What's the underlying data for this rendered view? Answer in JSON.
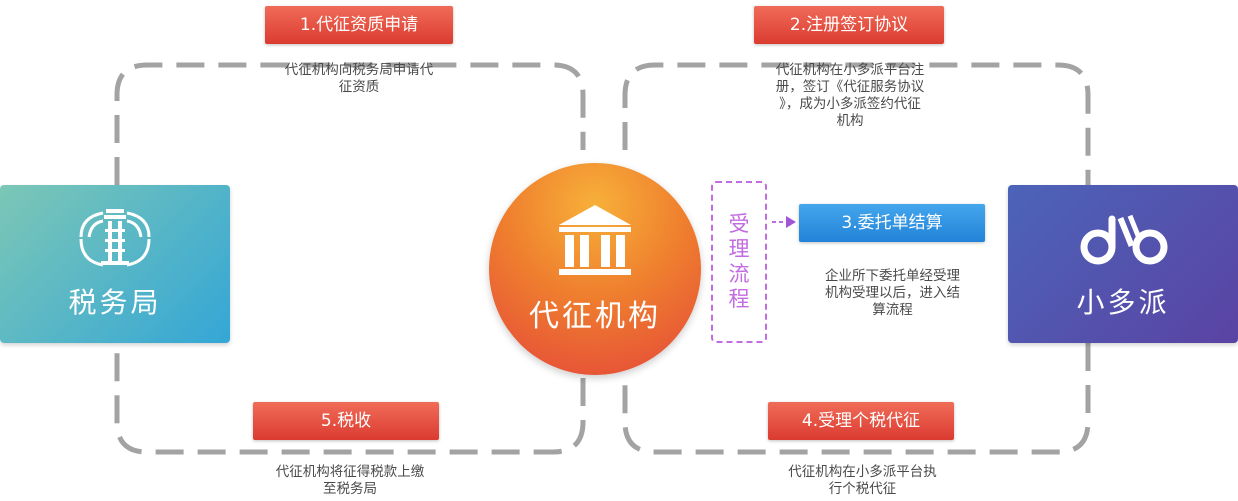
{
  "colors": {
    "tax_gradient": [
      "#7cc7b6",
      "#34a6d6"
    ],
    "platform_gradient": [
      "#4c64b8",
      "#5a43a3"
    ],
    "center_gradient": [
      "#f7b039",
      "#e4463a"
    ],
    "step_red": "#e04a3c",
    "step_blue": "#2f92e2",
    "flow_purple": "#c36be0",
    "connector_gray": "#a3a3a3"
  },
  "nodes": {
    "tax_bureau": {
      "label": "税务局",
      "icon": "tax-emblem-icon"
    },
    "agency": {
      "label": "代征机构",
      "icon": "institution-building-icon"
    },
    "platform": {
      "label": "小多派",
      "icon": "xiaoduopai-logo-icon"
    }
  },
  "flow_box": {
    "chars": [
      "受",
      "理",
      "流",
      "程"
    ]
  },
  "steps": [
    {
      "label": "1.代征资质申请",
      "desc_lines": [
        "代征机构向税务局申请代",
        "征资质"
      ]
    },
    {
      "label": "2.注册签订协议",
      "desc_lines": [
        "代征机构在小多派平台注",
        "册，签订《代征服务协议",
        "》，成为小多派签约代征",
        "机构"
      ]
    },
    {
      "label": "3.委托单结算",
      "desc_lines": [
        "企业所下委托单经受理",
        "机构受理以后，进入结",
        "算流程"
      ]
    },
    {
      "label": "4.受理个税代征",
      "desc_lines": [
        "代征机构在小多派平台执",
        "行个税代征"
      ]
    },
    {
      "label": "5.税收",
      "desc_lines": [
        "代征机构将征得税款上缴",
        "至税务局"
      ]
    }
  ]
}
